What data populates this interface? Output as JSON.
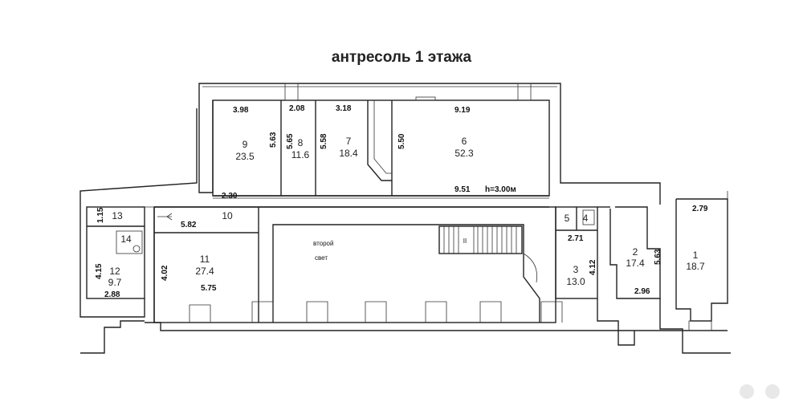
{
  "title": "антресоль 1 этажа",
  "ceiling_height": "h=3.00м",
  "second_light": [
    "второй",
    "свет"
  ],
  "stair_mark": "II",
  "rooms": [
    {
      "key": "r1",
      "num": "1",
      "area": "18.7"
    },
    {
      "key": "r2",
      "num": "2",
      "area": "17.4"
    },
    {
      "key": "r3",
      "num": "3",
      "area": "13.0"
    },
    {
      "key": "r4",
      "num": "4",
      "area": ""
    },
    {
      "key": "r5",
      "num": "5",
      "area": ""
    },
    {
      "key": "r6",
      "num": "6",
      "area": "52.3"
    },
    {
      "key": "r7",
      "num": "7",
      "area": "18.4"
    },
    {
      "key": "r8",
      "num": "8",
      "area": "11.6"
    },
    {
      "key": "r9",
      "num": "9",
      "area": "23.5"
    },
    {
      "key": "r10",
      "num": "10",
      "area": ""
    },
    {
      "key": "r11",
      "num": "11",
      "area": "27.4"
    },
    {
      "key": "r12",
      "num": "12",
      "area": "9.7"
    },
    {
      "key": "r13",
      "num": "13",
      "area": ""
    },
    {
      "key": "r14",
      "num": "14",
      "area": ""
    }
  ],
  "dimensions": [
    "3.98",
    "2.08",
    "3.18",
    "9.19",
    "5.63",
    "5.65",
    "5.58",
    "5.50",
    "2.30",
    "9.51",
    "1.15",
    "5.82",
    "4.15",
    "2.88",
    "4.02",
    "5.75",
    "2.71",
    "4.12",
    "5.63",
    "2.96",
    "2.79"
  ]
}
